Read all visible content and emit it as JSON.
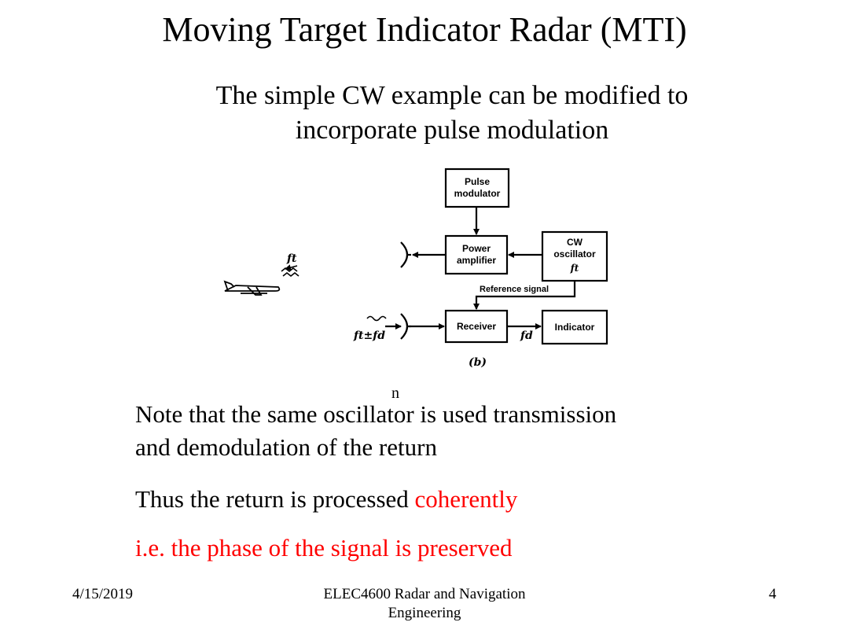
{
  "slide": {
    "title": "Moving Target Indicator Radar (MTI)",
    "subtitle_line1": "The simple CW example can be modified to",
    "subtitle_line2": "incorporate pulse modulation"
  },
  "diagram": {
    "blocks": {
      "pulse_modulator": [
        "Pulse",
        "modulator"
      ],
      "power_amplifier": [
        "Power",
        "amplifier"
      ],
      "cw_oscillator": [
        "CW",
        "oscillator",
        "ft"
      ],
      "receiver": [
        "Receiver"
      ],
      "indicator": [
        "Indicator"
      ]
    },
    "labels": {
      "reference_signal": "Reference signal",
      "fd_output": "fd",
      "tx_freq": "ft",
      "rx_freq": "ft±fd",
      "figure_tag": "(b)"
    }
  },
  "body": {
    "note_line1": "Note that the same oscillator is used transmission",
    "note_inserted": "n",
    "note_line2": "and demodulation of the return",
    "thus_prefix": "Thus the return is processed ",
    "thus_red": "coherently",
    "ie_line": "i.e. the phase of the signal is preserved"
  },
  "footer": {
    "date": "4/15/2019",
    "course_line1": "ELEC4600 Radar and Navigation",
    "course_line2": "Engineering",
    "page": "4"
  },
  "colors": {
    "accent_red": "#ff0000"
  },
  "icons": [
    "aircraft-icon",
    "antenna-icon",
    "wave-icon"
  ]
}
